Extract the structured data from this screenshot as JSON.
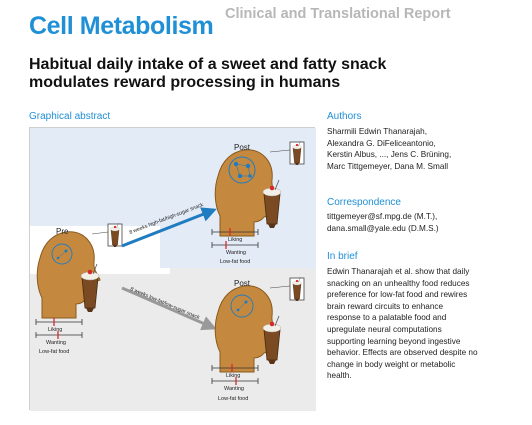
{
  "header": {
    "journal": "Cell Metabolism",
    "report_type": "Clinical and Translational Report"
  },
  "article": {
    "title_line1": "Habitual daily intake of a sweet and fatty snack",
    "title_line2": "modulates reward processing in humans"
  },
  "graphical_abstract": {
    "label": "Graphical abstract",
    "pre_label": "Pre",
    "post_label_top": "Post",
    "post_label_bottom": "Post",
    "arrow_top_text": "8 weeks high-fat/high-sugar snack",
    "arrow_bottom_text": "8 weeks low-fat/low-sugar snack",
    "liking": "Liking",
    "wanting": "Wanting",
    "lowfat": "Low-fat food",
    "colors": {
      "background_blue": "#e3ebf7",
      "background_gray": "#ebebeb",
      "head": "#c4893f",
      "head_outline": "#8a5a1e",
      "arrow_blue": "#1f7cc0",
      "arrow_gray": "#999999",
      "marker_red": "#d62a2a"
    }
  },
  "sidebar": {
    "authors_label": "Authors",
    "authors_lines": [
      "Sharmili Edwin Thanarajah,",
      "Alexandra G. DiFeliceantonio,",
      "Kerstin Albus, ..., Jens C. Brüning,",
      "Marc Tittgemeyer, Dana M. Small"
    ],
    "correspondence_label": "Correspondence",
    "correspondence_lines": [
      "tittgemeyer@sf.mpg.de (M.T.),",
      "dana.small@yale.edu (D.M.S.)"
    ],
    "brief_label": "In brief",
    "brief_lines": [
      "Edwin Thanarajah et al. show that daily",
      "snacking on an unhealthy food reduces",
      "preference for low-fat food and rewires",
      "brain reward circuits to enhance",
      "response to a palatable food and",
      "upregulate neural computations",
      "supporting learning beyond ingestive",
      "behavior. Effects are observed despite no",
      "change in body weight or metabolic",
      "health."
    ]
  }
}
